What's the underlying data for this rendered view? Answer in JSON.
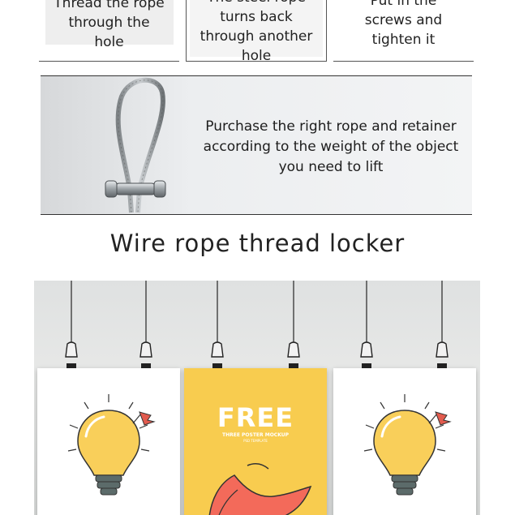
{
  "steps": [
    {
      "text": "Thread the rope through the hole"
    },
    {
      "text": "The steel rope turns back through another hole"
    },
    {
      "text": "Put in the screws and tighten it"
    }
  ],
  "banner": {
    "text": "Purchase the right rope and retainer according to the weight of the object you need to lift"
  },
  "section_title": "Wire rope thread locker",
  "posters": {
    "center_title": "FREE",
    "center_subtitle": "THREE POSTER MOCKUP",
    "center_small": "PSD TEMPLATE"
  },
  "colors": {
    "poster_yellow": "#f8cc4f",
    "bulb_yellow": "#f9cf5a",
    "bulb_base": "#5c6b6a",
    "flag_red": "#e25b4e"
  }
}
